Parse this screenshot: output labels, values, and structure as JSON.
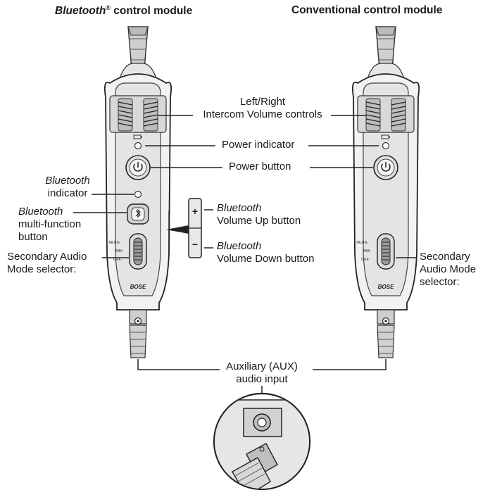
{
  "titles": {
    "left_italic": "Bluetooth",
    "left_sup": "®",
    "left_rest": " control module",
    "right": "Conventional control module"
  },
  "labels": {
    "intercom_line1": "Left/Right",
    "intercom_line2": "Intercom Volume controls",
    "power_indicator": "Power indicator",
    "power_button": "Power button",
    "bt_indicator_line1": "Bluetooth",
    "bt_indicator_line2": "indicator",
    "bt_mf_line1": "Bluetooth",
    "bt_mf_line2": "multi-function",
    "bt_mf_line3": "button",
    "bt_vol_up_line1": "Bluetooth",
    "bt_vol_up_line2": "Volume Up button",
    "bt_vol_down_line1": "Bluetooth",
    "bt_vol_down_line2": "Volume Down button",
    "sec_left_line1": "Secondary Audio",
    "sec_left_line2": "Mode selector:",
    "sec_right_line1": "Secondary",
    "sec_right_line2": "Audio Mode",
    "sec_right_line3": "selector:",
    "aux_line1": "Auxiliary (AUX)",
    "aux_line2": "audio input"
  },
  "device_marks": {
    "mute": "MUTE",
    "mix": "MIX",
    "off": "OFF",
    "brand": "BOSE",
    "plus": "+",
    "minus": "−"
  },
  "icons": {
    "power": "power-icon",
    "bluetooth": "bluetooth-icon",
    "battery": "battery-icon"
  }
}
